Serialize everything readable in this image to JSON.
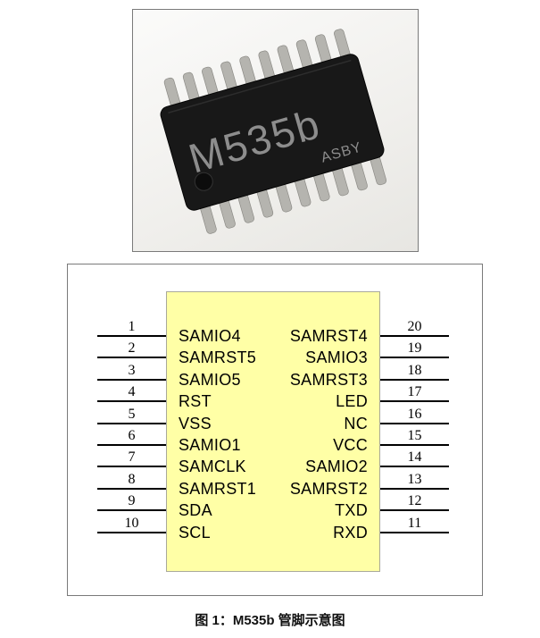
{
  "photo": {
    "chip_marking": "M535b",
    "chip_submarking": "ASBY"
  },
  "diagram": {
    "left_pins": [
      {
        "number": "1",
        "label": "SAMIO4"
      },
      {
        "number": "2",
        "label": "SAMRST5"
      },
      {
        "number": "3",
        "label": "SAMIO5"
      },
      {
        "number": "4",
        "label": "RST"
      },
      {
        "number": "5",
        "label": "VSS"
      },
      {
        "number": "6",
        "label": "SAMIO1"
      },
      {
        "number": "7",
        "label": "SAMCLK"
      },
      {
        "number": "8",
        "label": "SAMRST1"
      },
      {
        "number": "9",
        "label": "SDA"
      },
      {
        "number": "10",
        "label": "SCL"
      }
    ],
    "right_pins": [
      {
        "number": "20",
        "label": "SAMRST4"
      },
      {
        "number": "19",
        "label": "SAMIO3"
      },
      {
        "number": "18",
        "label": "SAMRST3"
      },
      {
        "number": "17",
        "label": "LED"
      },
      {
        "number": "16",
        "label": "NC"
      },
      {
        "number": "15",
        "label": "VCC"
      },
      {
        "number": "14",
        "label": "SAMIO2"
      },
      {
        "number": "13",
        "label": "SAMRST2"
      },
      {
        "number": "12",
        "label": "TXD"
      },
      {
        "number": "11",
        "label": "RXD"
      }
    ]
  },
  "caption": "图 1：M535b 管脚示意图",
  "colors": {
    "chip_fill": "#ffffa6",
    "chip_border": "#a9a99a",
    "line_color": "#000000",
    "box_border": "#7a7a7a",
    "caption_color": "#111111",
    "package_body": "#181818",
    "pin_metal": "#b5b4af",
    "marking_color": "#8d8d8d"
  }
}
